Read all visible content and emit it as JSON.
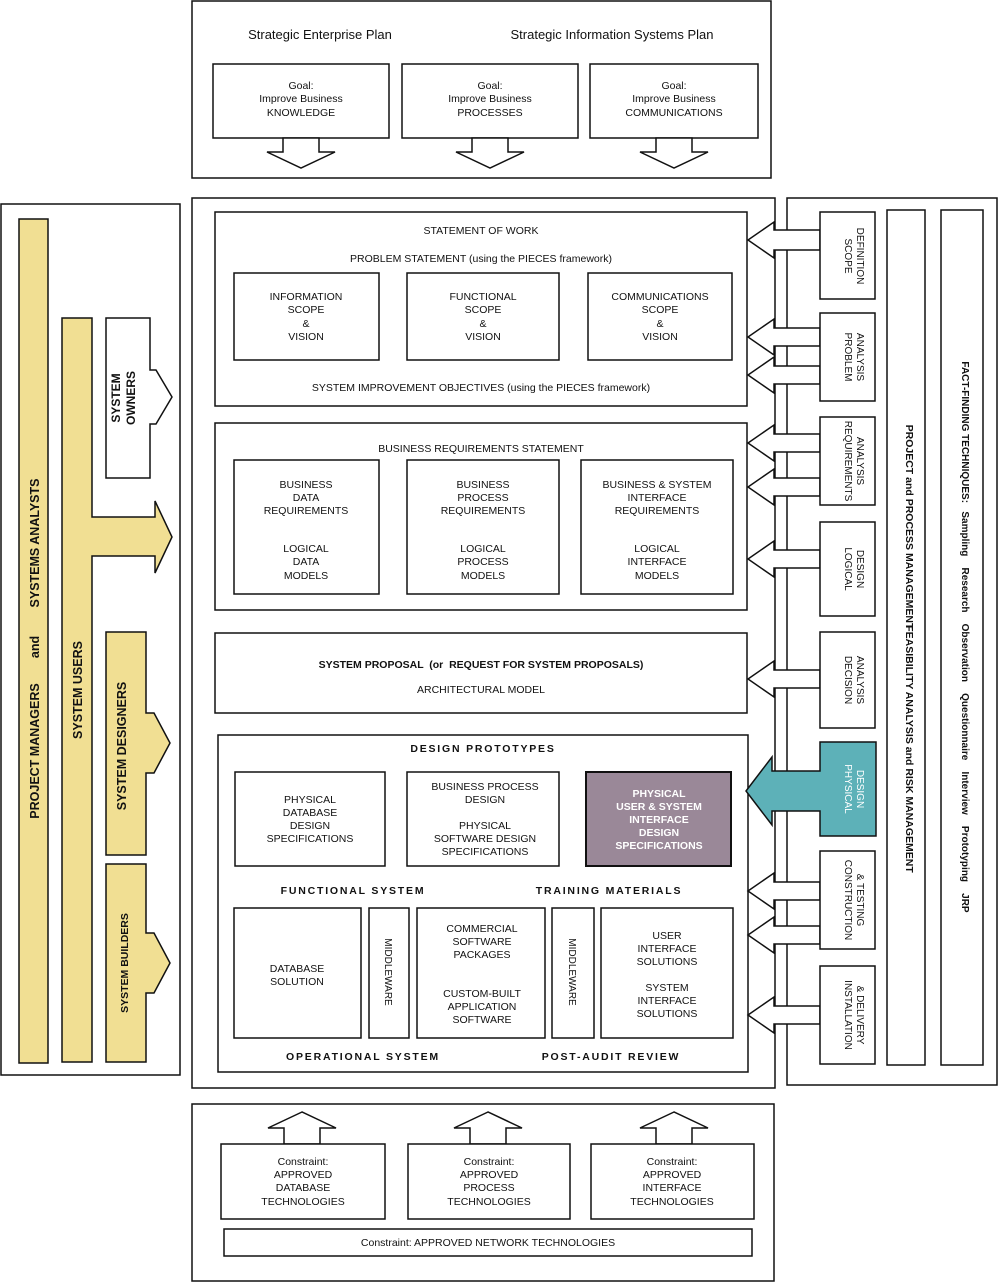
{
  "top": {
    "heading_left": "Strategic Enterprise Plan",
    "heading_right": "Strategic Information Systems Plan",
    "goals": [
      {
        "line1": "Goal:",
        "line2": "Improve Business",
        "line3": "KNOWLEDGE"
      },
      {
        "line1": "Goal:",
        "line2": "Improve Business",
        "line3": "PROCESSES"
      },
      {
        "line1": "Goal:",
        "line2": "Improve Business",
        "line3": "COMMUNICATIONS"
      }
    ]
  },
  "stakeholders": {
    "pm_sa_line1": "PROJECT MANAGERS",
    "pm_sa_and": "and",
    "pm_sa_line2": "SYSTEMS ANALYSTS",
    "users": "SYSTEM USERS",
    "owners_line1": "SYSTEM",
    "owners_line2": "OWNERS",
    "designers": "SYSTEM DESIGNERS",
    "builders": "SYSTEM BUILDERS"
  },
  "sow": {
    "title": "STATEMENT OF WORK",
    "problem": "PROBLEM STATEMENT (using the PIECES framework)",
    "boxes": [
      {
        "l1": "INFORMATION",
        "l2": "SCOPE",
        "l3": "&",
        "l4": "VISION"
      },
      {
        "l1": "FUNCTIONAL",
        "l2": "SCOPE",
        "l3": "&",
        "l4": "VISION"
      },
      {
        "l1": "COMMUNICATIONS",
        "l2": "SCOPE",
        "l3": "&",
        "l4": "VISION"
      }
    ],
    "objectives": "SYSTEM IMPROVEMENT OBJECTIVES (using the PIECES framework)"
  },
  "brs": {
    "title": "BUSINESS REQUIREMENTS STATEMENT",
    "boxes": [
      {
        "l1": "BUSINESS",
        "l2": "DATA",
        "l3": "REQUIREMENTS",
        "l4": "LOGICAL",
        "l5": "DATA",
        "l6": "MODELS"
      },
      {
        "l1": "BUSINESS",
        "l2": "PROCESS",
        "l3": "REQUIREMENTS",
        "l4": "LOGICAL",
        "l5": "PROCESS",
        "l6": "MODELS"
      },
      {
        "l1": "BUSINESS & SYSTEM",
        "l2": "INTERFACE",
        "l3": "REQUIREMENTS",
        "l4": "LOGICAL",
        "l5": "INTERFACE",
        "l6": "MODELS"
      }
    ]
  },
  "proposal": {
    "title": "SYSTEM PROPOSAL  (or  REQUEST FOR SYSTEM PROPOSALS)",
    "subtitle": "ARCHITECTURAL MODEL"
  },
  "design": {
    "prototypes": "DESIGN PROTOTYPES",
    "db_spec": {
      "l1": "PHYSICAL",
      "l2": "DATABASE",
      "l3": "DESIGN",
      "l4": "SPECIFICATIONS"
    },
    "proc_spec": {
      "l1": "BUSINESS PROCESS",
      "l2": "DESIGN",
      "l3": "PHYSICAL",
      "l4": "SOFTWARE DESIGN",
      "l5": "SPECIFICATIONS"
    },
    "ui_spec": {
      "l1": "PHYSICAL",
      "l2": "USER & SYSTEM",
      "l3": "INTERFACE",
      "l4": "DESIGN",
      "l5": "SPECIFICATIONS"
    },
    "functional": "FUNCTIONAL SYSTEM",
    "training": "TRAINING MATERIALS",
    "db_solution": {
      "l1": "DATABASE",
      "l2": "SOLUTION"
    },
    "middleware": "MIDDLEWARE",
    "software": {
      "l1": "COMMERCIAL",
      "l2": "SOFTWARE",
      "l3": "PACKAGES",
      "l4": "CUSTOM-BUILT",
      "l5": "APPLICATION",
      "l6": "SOFTWARE"
    },
    "interface": {
      "l1": "USER",
      "l2": "INTERFACE",
      "l3": "SOLUTIONS",
      "l4": "SYSTEM",
      "l5": "INTERFACE",
      "l6": "SOLUTIONS"
    },
    "operational": "OPERATIONAL SYSTEM",
    "postaudit": "POST-AUDIT REVIEW"
  },
  "phases": [
    {
      "l1": "SCOPE",
      "l2": "DEFINITION",
      "highlight": false
    },
    {
      "l1": "PROBLEM",
      "l2": "ANALYSIS",
      "highlight": false
    },
    {
      "l1": "REQUIREMENTS",
      "l2": "ANALYSIS",
      "highlight": false
    },
    {
      "l1": "LOGICAL",
      "l2": "DESIGN",
      "highlight": false
    },
    {
      "l1": "DECISION",
      "l2": "ANALYSIS",
      "highlight": false
    },
    {
      "l1": "PHYSICAL",
      "l2": "DESIGN",
      "highlight": true
    },
    {
      "l1": "CONSTRUCTION",
      "l2": "& TESTING",
      "highlight": false
    },
    {
      "l1": "INSTALLATION",
      "l2": "& DELIVERY",
      "highlight": false
    }
  ],
  "side_columns": {
    "mgmt_1": "PROJECT and PROCESS MANAGEMENT",
    "mgmt_2": "FEASIBILITY ANALYSIS and RISK MANAGEMENT",
    "fact_finding": "FACT-FINDING TECHNIQUES:   Sampling    Research    Observation    Questionnaire    Interview    Prototyping    JRP"
  },
  "constraints": [
    {
      "l1": "Constraint:",
      "l2": "APPROVED",
      "l3": "DATABASE",
      "l4": "TECHNOLOGIES"
    },
    {
      "l1": "Constraint:",
      "l2": "APPROVED",
      "l3": "PROCESS",
      "l4": "TECHNOLOGIES"
    },
    {
      "l1": "Constraint:",
      "l2": "APPROVED",
      "l3": "INTERFACE",
      "l4": "TECHNOLOGIES"
    }
  ],
  "network_constraint": "Constraint: APPROVED NETWORK TECHNOLOGIES",
  "colors": {
    "stakeholder_yellow": "#f1df93",
    "physical_design_teal": "#5db1b8",
    "ui_spec_purple": "#9a8898",
    "outline": "#111111"
  }
}
